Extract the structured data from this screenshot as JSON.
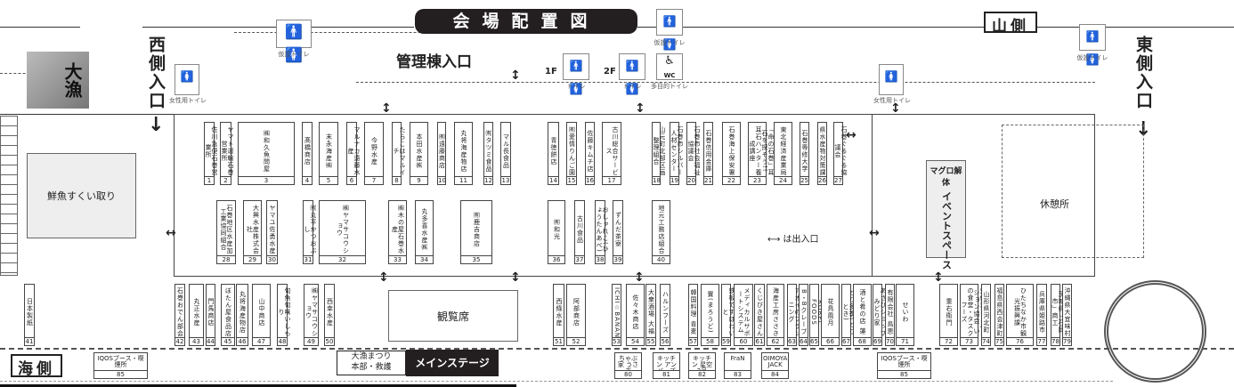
{
  "title": "会場配置図",
  "sides": {
    "mountain": "山側",
    "sea": "海側"
  },
  "entrances": {
    "west": "西側入口",
    "east": "東側入口",
    "admin": "管理棟入口"
  },
  "toilets": {
    "temporary": "仮設トイレ",
    "women": "女性用トイレ",
    "toilet": "トイレ",
    "multipurpose": "多目的トイレ",
    "floor1": "1F",
    "floor2": "2F",
    "wc": "WC"
  },
  "areas": {
    "fish_scoop": "鮮魚すくい取り",
    "viewing": "観覧席",
    "main_stage": "メインステージ",
    "hq": "大漁まつり\n本部・救護",
    "event_space": "イベントスペース",
    "tuna": "マグロ解体",
    "rest": "休憩所",
    "flag": "大漁"
  },
  "legend": {
    "symbol": "⟷",
    "text": "は出入口"
  },
  "booths": [
    {
      "n": "1",
      "name": "佐川急便石巻営業所"
    },
    {
      "n": "2",
      "name": "ヤマト運輸石巻営業所"
    },
    {
      "n": "3",
      "name": "㈱和久魚問屋"
    },
    {
      "n": "4",
      "name": "髙橋商店"
    },
    {
      "n": "5",
      "name": "末永海産㈱"
    },
    {
      "n": "6",
      "name": "マルナカ遠藤水産"
    },
    {
      "n": "7",
      "name": "今野水産"
    },
    {
      "n": "8",
      "name": "たらこはマルイチ"
    },
    {
      "n": "9",
      "name": "本田水産㈱"
    },
    {
      "n": "10",
      "name": "㈲遠藤商店"
    },
    {
      "n": "11",
      "name": "丸将海産物店"
    },
    {
      "n": "12",
      "name": "㈲タツミ食品"
    },
    {
      "n": "13",
      "name": "マル長食品"
    },
    {
      "n": "14",
      "name": "青徳餅店"
    },
    {
      "n": "15",
      "name": "㈲愛情りんご園"
    },
    {
      "n": "16",
      "name": "佐藤キムチ店"
    },
    {
      "n": "17",
      "name": "古川総合サービス"
    },
    {
      "n": "18",
      "name": "山元町北部区画整理組合"
    },
    {
      "n": "19",
      "name": "石巻市シルバー人材センター"
    },
    {
      "n": "20",
      "name": "石巻市社会福祉協議会"
    },
    {
      "n": "21",
      "name": "石巻信用金庫"
    },
    {
      "n": "22",
      "name": "石巻海上保安署"
    },
    {
      "n": "23",
      "name": "「命の石巻」耳石を探そう!! 耳石ハンター養成講座"
    },
    {
      "n": "24",
      "name": "東北経済産業局"
    },
    {
      "n": "25",
      "name": "石巻専修大学"
    },
    {
      "n": "26",
      "name": "県水産物対策課"
    },
    {
      "n": "27",
      "name": "石巻ぐるぐる協議会"
    },
    {
      "n": "28",
      "name": "石巻地区水産加工業協同組合"
    },
    {
      "n": "29",
      "name": "大興水産株式会社"
    },
    {
      "n": "30",
      "name": "ヤマユ佐勇水産"
    },
    {
      "n": "31",
      "name": "㈲丸平かつおぶし"
    },
    {
      "n": "32",
      "name": "㈱ヤマサコウショウ"
    },
    {
      "n": "33",
      "name": "㈱木の屋石巻水産"
    },
    {
      "n": "34",
      "name": "丸多喜水産㈱"
    },
    {
      "n": "35",
      "name": "㈲鹿吉商店"
    },
    {
      "n": "36",
      "name": "㈲和光"
    },
    {
      "n": "37",
      "name": "古川食品"
    },
    {
      "n": "38",
      "name": "おしゃれこ(ひょうたんあべ)"
    },
    {
      "n": "39",
      "name": "ずんだ茶寮"
    },
    {
      "n": "40",
      "name": "地元工務店組合"
    },
    {
      "n": "41",
      "name": "日本製紙"
    },
    {
      "n": "42",
      "name": "石巻おでん部会"
    },
    {
      "n": "43",
      "name": "丸正水産"
    },
    {
      "n": "44",
      "name": "門馬商店"
    },
    {
      "n": "45",
      "name": "ぼたん屋食品店"
    },
    {
      "n": "46",
      "name": "丸将海産物店"
    },
    {
      "n": "47",
      "name": "山中商店"
    },
    {
      "n": "48",
      "name": "旬魚旬味いしもり"
    },
    {
      "n": "49",
      "name": "㈱ヤマサコウショウ"
    },
    {
      "n": "50",
      "name": "西幸水産"
    },
    {
      "n": "51",
      "name": "西條水産"
    },
    {
      "n": "52",
      "name": "阿部商店"
    },
    {
      "n": "53",
      "name": "ICHI☆BANANA"
    },
    {
      "n": "54",
      "name": "佐々木商店"
    },
    {
      "n": "55",
      "name": "大衆酒場 大福"
    },
    {
      "n": "56",
      "name": "ハルンフーズ"
    },
    {
      "n": "57",
      "name": "韓国料理 青麦"
    },
    {
      "n": "58",
      "name": "實(まろうど)"
    },
    {
      "n": "59",
      "name": "鉄板ですほわいと"
    },
    {
      "n": "60",
      "name": "メディカルサポートシステム"
    },
    {
      "n": "61",
      "name": "くじびき屋さん"
    },
    {
      "n": "62",
      "name": "海産工房ささき"
    },
    {
      "n": "63",
      "name": "アオイのプランニング"
    },
    {
      "n": "64",
      "name": "B・Bクレープ"
    },
    {
      "n": "65",
      "name": "ROBEL FOODS"
    },
    {
      "n": "66",
      "name": "花鳥風月"
    },
    {
      "n": "67",
      "name": "とり多季(とりとき)"
    },
    {
      "n": "68",
      "name": "酒と肴の店 蓮"
    },
    {
      "n": "69",
      "name": "あさひショップみどり家"
    },
    {
      "n": "70",
      "name": "有限会社 鳥恵"
    },
    {
      "n": "71",
      "name": "せいわ"
    },
    {
      "n": "72",
      "name": "重右衛門"
    },
    {
      "n": "73",
      "name": "気仙沼コンベンション協会 いの食堂・タスクフーズ"
    },
    {
      "n": "74",
      "name": "山形県河北町"
    },
    {
      "n": "75",
      "name": "福島県西会津町"
    },
    {
      "n": "76",
      "name": "ひたちなか市観光振興課"
    },
    {
      "n": "77",
      "name": "兵庫県姫路市"
    },
    {
      "n": "78",
      "name": "茨城県「石岡市」商工"
    },
    {
      "n": "79",
      "name": "沖縄県大宜味村"
    },
    {
      "n": "80",
      "name": "ちゃぶ家 うさぎ"
    },
    {
      "n": "81",
      "name": "キッチン アンバーズ"
    },
    {
      "n": "82",
      "name": "キッチン 星空2号"
    },
    {
      "n": "83",
      "name": "FraN"
    },
    {
      "n": "84",
      "name": "OIMOYA JACK"
    },
    {
      "n": "85",
      "name": "IQOSブース・喫煙所"
    },
    {
      "n": "85",
      "name": "IQOSブース・喫煙所"
    }
  ]
}
